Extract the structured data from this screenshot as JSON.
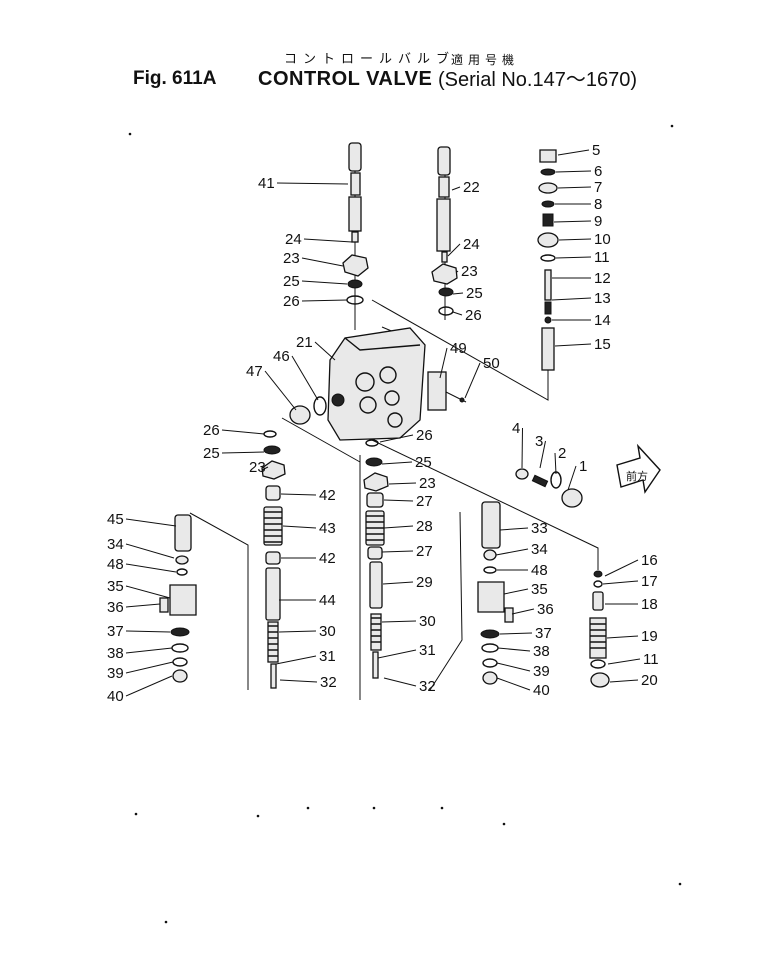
{
  "header": {
    "figure_label": "Fig. 611A",
    "title_katakana": "コントロールバルブ",
    "title": "CONTROL VALVE",
    "serial_katakana": "適用号機",
    "serial": "(Serial No.147～1670)"
  },
  "direction_marker": "前方",
  "part_labels": [
    "1",
    "2",
    "3",
    "4",
    "5",
    "6",
    "7",
    "8",
    "9",
    "10",
    "11",
    "11",
    "12",
    "13",
    "14",
    "15",
    "16",
    "17",
    "18",
    "19",
    "20",
    "21",
    "22",
    "23",
    "23",
    "23",
    "23",
    "24",
    "24",
    "25",
    "25",
    "25",
    "25",
    "26",
    "26",
    "26",
    "26",
    "27",
    "27",
    "28",
    "29",
    "30",
    "30",
    "31",
    "31",
    "32",
    "32",
    "33",
    "34",
    "34",
    "35",
    "35",
    "36",
    "36",
    "37",
    "37",
    "38",
    "38",
    "39",
    "39",
    "40",
    "40",
    "41",
    "42",
    "42",
    "43",
    "44",
    "45",
    "46",
    "47",
    "48",
    "48",
    "49",
    "50"
  ]
}
